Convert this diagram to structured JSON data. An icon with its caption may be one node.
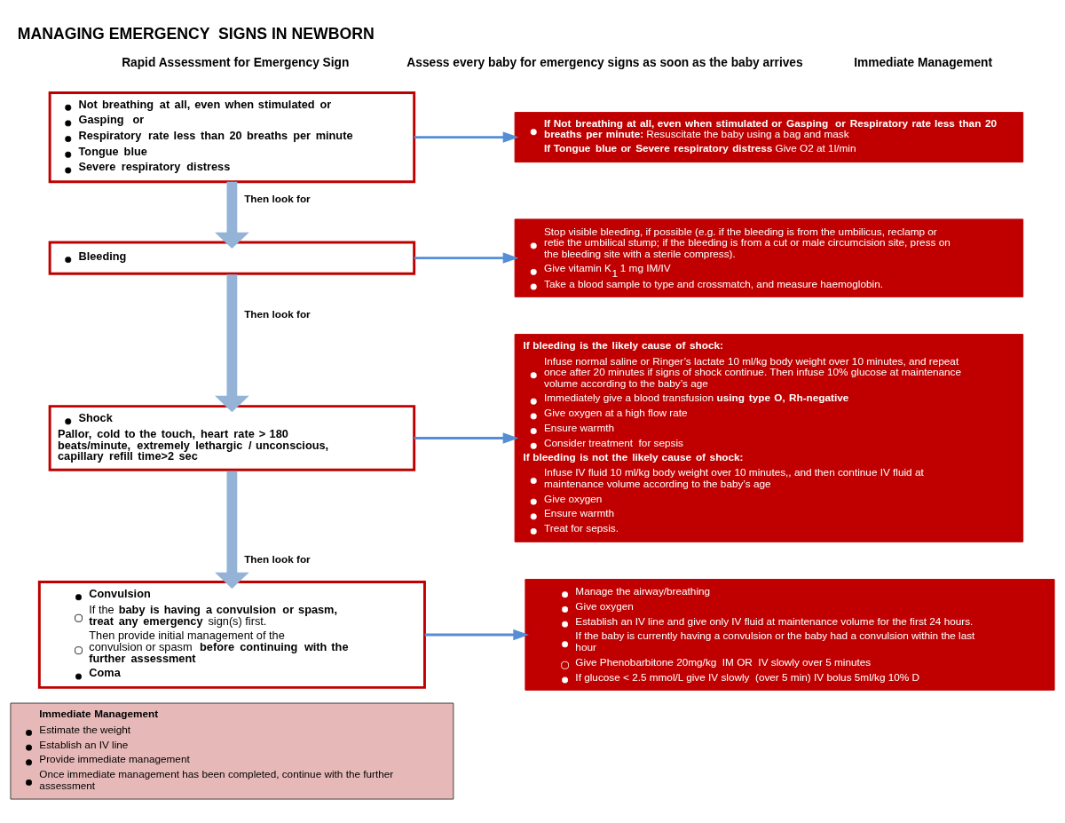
{
  "diagram": {
    "title": "MANAGING EMERGENCY  SIGNS IN NEWBORN",
    "nodes": [
      {
        "text": [
          "Not breathing at all, even when stimulated or",
          "Gasping  or",
          "Respiratory rate less than 20 breaths per minute",
          "Tongue blue",
          "Severe respiratory distress"
        ]
      },
      {
        "text": [
          "**If Not breathing at all, even when stimulated or Gasping  or Respiratory rate less than 20 breaths per minute:** Resuscitate the baby using a bag and mask",
          "**If Tongue blue or Severe respiratory distress** Give O2 at 1l/min"
        ]
      },
      {
        "text": [
          "Bleeding"
        ]
      },
      {
        "text": [
          "Stop visible bleeding, if possible (e.g. if the bleeding is from the umbilicus, reclamp or retie the umbilical stump; if the bleeding is from a cut or male circumcision site, press on the bleeding site with a sterile compress).",
          "Give vitamin K$_{1}$ 1 mg IM/IV",
          "Take a blood sample to type and crossmatch, and measure haemoglobin."
        ]
      },
      {
        "text": [
          "Shock",
          "Pallor, cold to the touch, heart rate > 180 beats/minute, extremely lethargic / unconscious, capillary refill time>2 sec"
        ]
      },
      {
        "text": [
          "If bleeding is the likely cause of shock:",
          "Infuse normal saline or Ringer’s lactate 10 ml/kg body weight over 10 minutes, and repeat once after 20 minutes if signs of shock continue. Then infuse 10% glucose at maintenance volume according to the baby’s age",
          "Immediately give a blood transfusion **using type O, Rh-negative**",
          "Give oxygen at a high flow rate",
          "Ensure warmth",
          "Consider treatment  for sepsis",
          "If bleeding is not the likely cause of shock:",
          "Infuse IV fluid 10 ml/kg body weight over 10 minutes,, and then continue IV fluid at maintenance volume according to the baby’s age",
          "Give oxygen",
          "Ensure warmth",
          "Treat for sepsis."
        ]
      },
      {
        "text": [
          "Convulsion",
          "If the **baby is having a convulsion or spasm, treat any emergency** sign(s) first.",
          "Then provide initial management of the convulsion or spasm **before continuing with the further assessment**",
          "Coma"
        ]
      },
      {
        "text": [
          "Manage the airway/breathing",
          "Give oxygen",
          "Establish an IV line and give only IV fluid at maintenance volume for the first 24 hours.",
          "If the baby is currently having a convulsion or the baby had a convulsion within the last hour",
          "Give Phenobarbitone 20mg/kg  IM OR  IV slowly over 5 minutes",
          "If glucose < 2.5 mmol/L give IV slowly  (over 5 min) IV bolus 5ml/kg 10% D"
        ]
      },
      {
        "text": [
          "Immediate Management",
          "Estimate the weight",
          "Establish an IV line",
          "Provide immediate management",
          "Once immediate management has been completed, continue with the further assessment"
        ]
      }
    ],
    "edges": [
      {
        "from": 0,
        "to": 1,
        "arrow": "to"
      },
      {
        "from": 0,
        "to": 2,
        "arrow": "to",
        "label": "Then look for",
        "style": "thick",
        "color": "#95b3d7"
      },
      {
        "from": 2,
        "to": 3,
        "arrow": "to"
      },
      {
        "from": 2,
        "to": 4,
        "arrow": "to",
        "label": "Then look for",
        "style": "thick",
        "color": "#95b3d7"
      },
      {
        "from": 4,
        "to": 5,
        "arrow": "to"
      },
      {
        "from": 4,
        "to": 6,
        "arrow": "to",
        "label": "Then look for",
        "style": "thick",
        "color": "#95b3d7"
      },
      {
        "from": 6,
        "to": 7,
        "arrow": "to"
      }
    ],
    "labels": [
      "Assess every baby for emergency signs as soon as the baby arrives",
      "Immediate Management",
      "Rapid Assessment for Emergency Sign"
    ]
  }
}
